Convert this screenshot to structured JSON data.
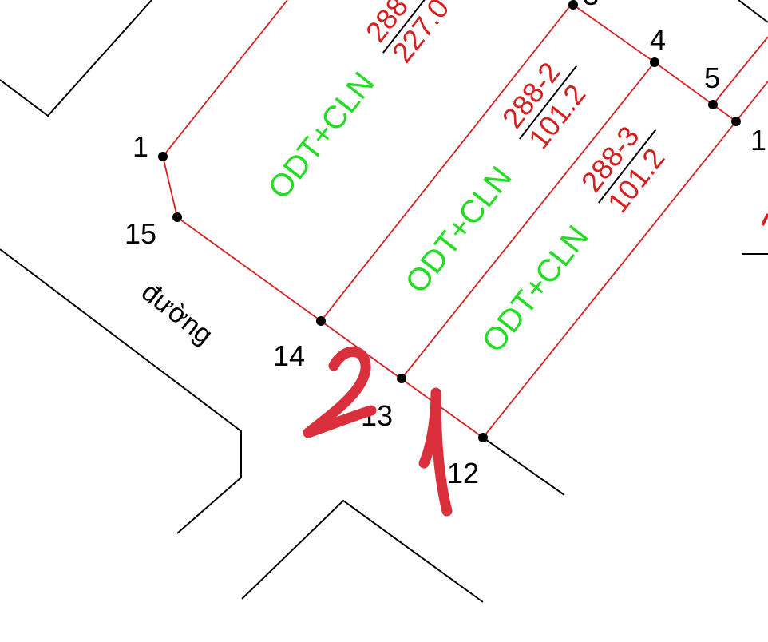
{
  "map": {
    "street_name": "đường",
    "handwritten_note": "21",
    "colors": {
      "background": "#ffffff",
      "road_lines": "#000000",
      "parcel_boundary": "#d62020",
      "land_use_label": "#22dd22",
      "parcel_number": "#d62020",
      "handwriting": "#d9303c",
      "vertex_points": "#000000"
    },
    "points": [
      {
        "id": "p1",
        "label": "1"
      },
      {
        "id": "p4",
        "label": "4"
      },
      {
        "id": "p5",
        "label": "5"
      },
      {
        "id": "p12",
        "label": "12"
      },
      {
        "id": "p13",
        "label": "13"
      },
      {
        "id": "p14",
        "label": "14"
      },
      {
        "id": "p15",
        "label": "15"
      },
      {
        "id": "pR",
        "label": "1"
      }
    ],
    "parcels": [
      {
        "use": "ODT+CLN",
        "number": "288",
        "area": "227.0"
      },
      {
        "use": "ODT+CLN",
        "number": "288-2",
        "area": "101.2"
      },
      {
        "use": "ODT+CLN",
        "number": "288-3",
        "area": "101.2"
      }
    ]
  }
}
